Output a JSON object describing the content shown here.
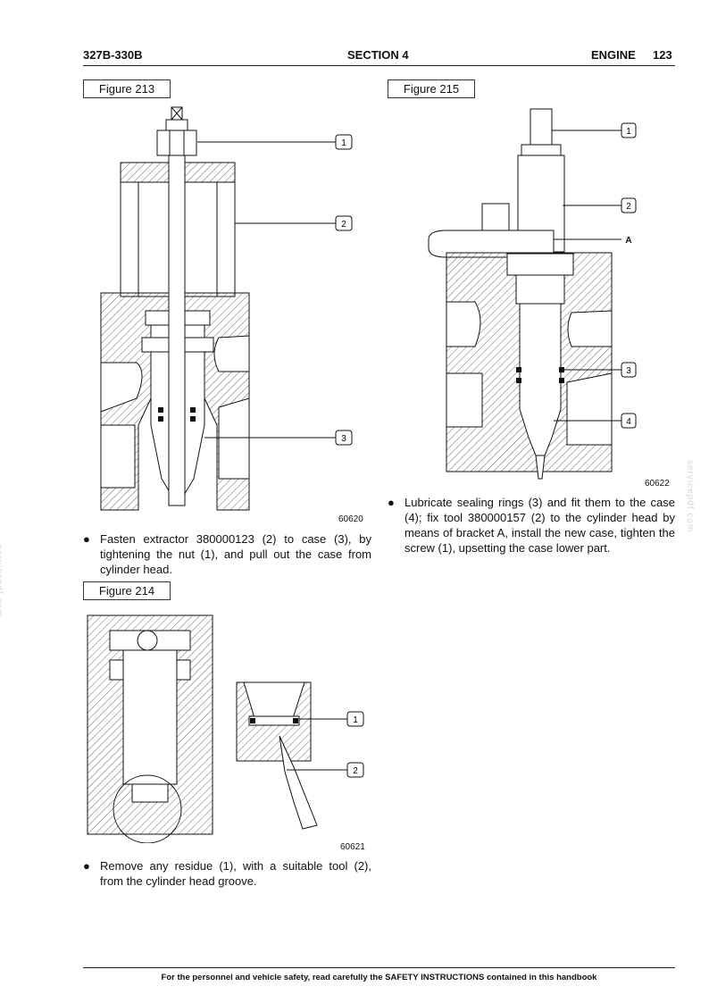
{
  "header": {
    "left": "327B-330B",
    "center": "SECTION 4",
    "right_title": "ENGINE",
    "page_number": "123"
  },
  "fig213": {
    "label": "Figure 213",
    "code": "60620",
    "callouts": [
      "1",
      "2",
      "3"
    ],
    "text": "Fasten extractor 380000123 (2) to case (3), by tightening the nut (1), and pull out the case from cylinder head."
  },
  "fig214": {
    "label": "Figure 214",
    "code": "60621",
    "callouts": [
      "1",
      "2"
    ],
    "text": "Remove any residue (1), with a suitable tool (2), from the cylinder head groove."
  },
  "fig215": {
    "label": "Figure 215",
    "code": "60622",
    "callouts": [
      "1",
      "2",
      "3",
      "4"
    ],
    "letter": "A",
    "text": "Lubricate sealing rings (3) and fit them to the case (4); fix tool 380000157 (2) to the cylinder head by means of bracket A, install the new case, tighten the screw (1), upsetting the case lower part."
  },
  "footer": "For the personnel and vehicle safety, read carefully the SAFETY INSTRUCTIONS contained in this handbook",
  "watermark": "servicepdf.com"
}
